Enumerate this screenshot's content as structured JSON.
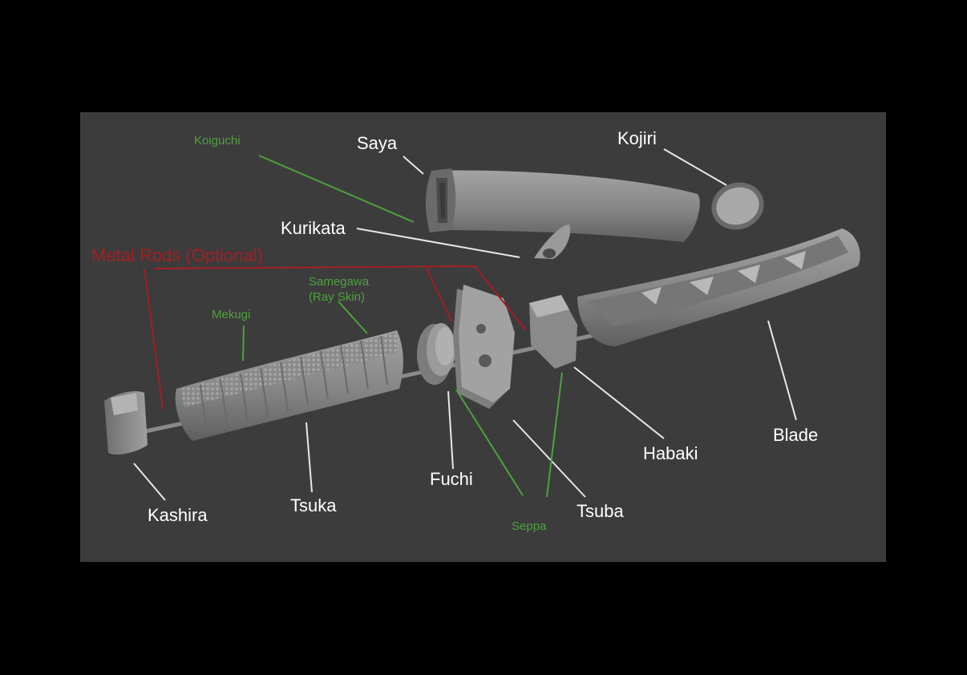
{
  "labels": {
    "saya": "Saya",
    "kojiri": "Kojiri",
    "koiguchi": "Koiguchi",
    "kurikata": "Kurikata",
    "metal_rods": "Metal Rods (Optional)",
    "samegawa_line1": "Samegawa",
    "samegawa_line2": "(Ray Skin)",
    "mekugi": "Mekugi",
    "kashira": "Kashira",
    "tsuka": "Tsuka",
    "fuchi": "Fuchi",
    "tsuba": "Tsuba",
    "habaki": "Habaki",
    "blade": "Blade",
    "seppa": "Seppa"
  },
  "colors": {
    "background": "#000000",
    "stage": "#3c3c3c",
    "part": "#8c8c8c",
    "label_main": "#ffffff",
    "label_sub": "#4fa03f",
    "label_optional": "#a51e26"
  }
}
